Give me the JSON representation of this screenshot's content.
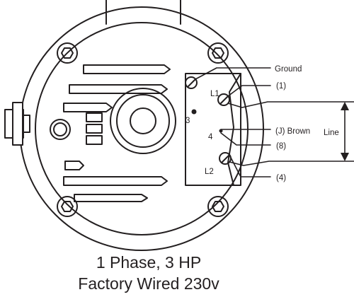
{
  "labels": {
    "ground": "Ground",
    "l1": "L1",
    "l2": "L2",
    "t3": "3",
    "t4": "4",
    "w1": "(1)",
    "wj": "(J) Brown",
    "w8": "(8)",
    "w4": "(4)",
    "line": "Line"
  },
  "caption": {
    "line1": "1 Phase, 3 HP",
    "line2": "Factory Wired 230v"
  }
}
